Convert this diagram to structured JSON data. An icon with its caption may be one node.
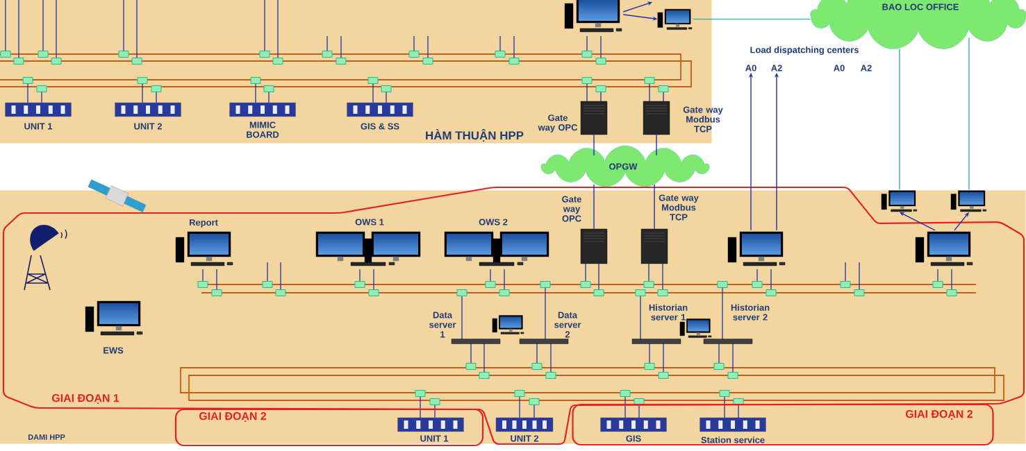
{
  "diagram": {
    "nodes": [
      {
        "text": [
          "HÀM THUẬN HPP"
        ]
      },
      {
        "text": [
          "UNIT 1"
        ],
        "in": 0
      },
      {
        "text": [
          "UNIT 2"
        ],
        "in": 0
      },
      {
        "text": [
          "MIMIC BOARD"
        ],
        "in": 0
      },
      {
        "text": [
          "GIS & SS"
        ],
        "in": 0
      },
      {
        "text": [
          "Gate way OPC"
        ],
        "in": 0
      },
      {
        "text": [
          "Gate way Modbus TCP"
        ],
        "in": 0
      },
      {
        "text": [],
        "shape": "picture",
        "in": 0
      },
      {
        "text": [],
        "shape": "picture",
        "in": 0
      },
      {
        "text": [
          "BAO LOC OFFICE"
        ]
      },
      {
        "text": [
          "OPGW"
        ]
      },
      {
        "text": [
          "A0"
        ]
      },
      {
        "text": [
          "A2"
        ]
      },
      {
        "text": [
          "DAMI HPP"
        ]
      },
      {
        "text": [
          "GIAI ĐOẠN 1"
        ],
        "in": 13
      },
      {
        "text": [
          "EWS"
        ],
        "in": 13
      },
      {
        "text": [
          "Report"
        ],
        "in": 13
      },
      {
        "text": [
          "OWS 1"
        ],
        "in": 13
      },
      {
        "text": [
          "OWS 2"
        ],
        "in": 13
      },
      {
        "text": [
          "Gate way OPC"
        ],
        "in": 13
      },
      {
        "text": [
          "Gate way Modbus TCP"
        ],
        "in": 13
      },
      {
        "text": [],
        "shape": "picture",
        "in": 13
      },
      {
        "text": [],
        "shape": "picture",
        "in": 13
      },
      {
        "text": [
          "Data server 1"
        ],
        "in": 13
      },
      {
        "text": [
          "Data server 2"
        ],
        "in": 13
      },
      {
        "text": [
          "Historian server 1"
        ],
        "in": 13
      },
      {
        "text": [
          "Historian server 2"
        ],
        "in": 13
      },
      {
        "text": [
          "UNIT 2"
        ],
        "in": 13
      },
      {
        "text": [],
        "shape": "picture",
        "in": 13
      },
      {
        "text": [],
        "shape": "picture",
        "in": 13
      },
      {
        "text": [
          "GIAI ĐOẠN 2"
        ],
        "in": 13
      },
      {
        "text": [
          "UNIT 1"
        ],
        "in": 30
      },
      {
        "text": [
          "GIAI ĐOẠN 2"
        ],
        "in": 13
      },
      {
        "text": [
          "GIS"
        ],
        "in": 32
      },
      {
        "text": [
          "Station service"
        ],
        "in": 32
      }
    ],
    "edges": [
      {
        "from": 5,
        "to": 10,
        "arrow": "none"
      },
      {
        "from": 6,
        "to": 10,
        "arrow": "none"
      },
      {
        "from": 10,
        "to": 19,
        "arrow": "none"
      },
      {
        "from": 10,
        "to": 20,
        "arrow": "none"
      },
      {
        "from": 21,
        "to": 11,
        "arrow": "to"
      },
      {
        "from": 21,
        "to": 12,
        "arrow": "to"
      },
      {
        "from": 22,
        "to": 28,
        "arrow": "to"
      },
      {
        "from": 22,
        "to": 29,
        "arrow": "to"
      },
      {
        "from": 28,
        "to": 9,
        "arrow": "none",
        "color": "#2ab5a5"
      },
      {
        "from": 29,
        "to": 9,
        "arrow": "none",
        "color": "#2ab5a5"
      },
      {
        "from": 8,
        "to": 9,
        "arrow": "none",
        "color": "#2ab5a5"
      },
      {
        "from": 7,
        "to": 8,
        "arrow": "to"
      },
      {
        "from": 7,
        "to": null,
        "arrow": "to"
      }
    ],
    "labels": [
      "Load dispatching centers",
      "A0",
      "A2"
    ]
  }
}
